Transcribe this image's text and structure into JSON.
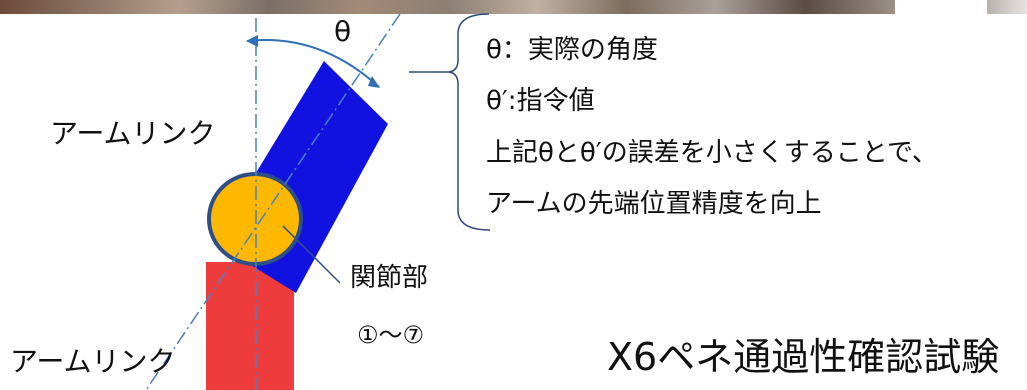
{
  "colors": {
    "upper_link": "#1212E0",
    "lower_link": "#EE3B3B",
    "joint": "#FFB800",
    "joint_border": "#2D4F86",
    "axis_line": "#4A7FC1",
    "arc": "#2E6FB6",
    "text": "#111111"
  },
  "labels": {
    "theta": "θ",
    "arm_link_top": "アームリンク",
    "arm_link_bottom": "アームリンク",
    "joint": "関節部",
    "joint_numbers": "①～⑦"
  },
  "notes": [
    "θ：実際の角度",
    "θ′:指令値",
    "上記θとθ′の誤差を小さくすることで、",
    "アームの先端位置精度を向上"
  ],
  "heading": "X6ペネ通過性確認試験"
}
